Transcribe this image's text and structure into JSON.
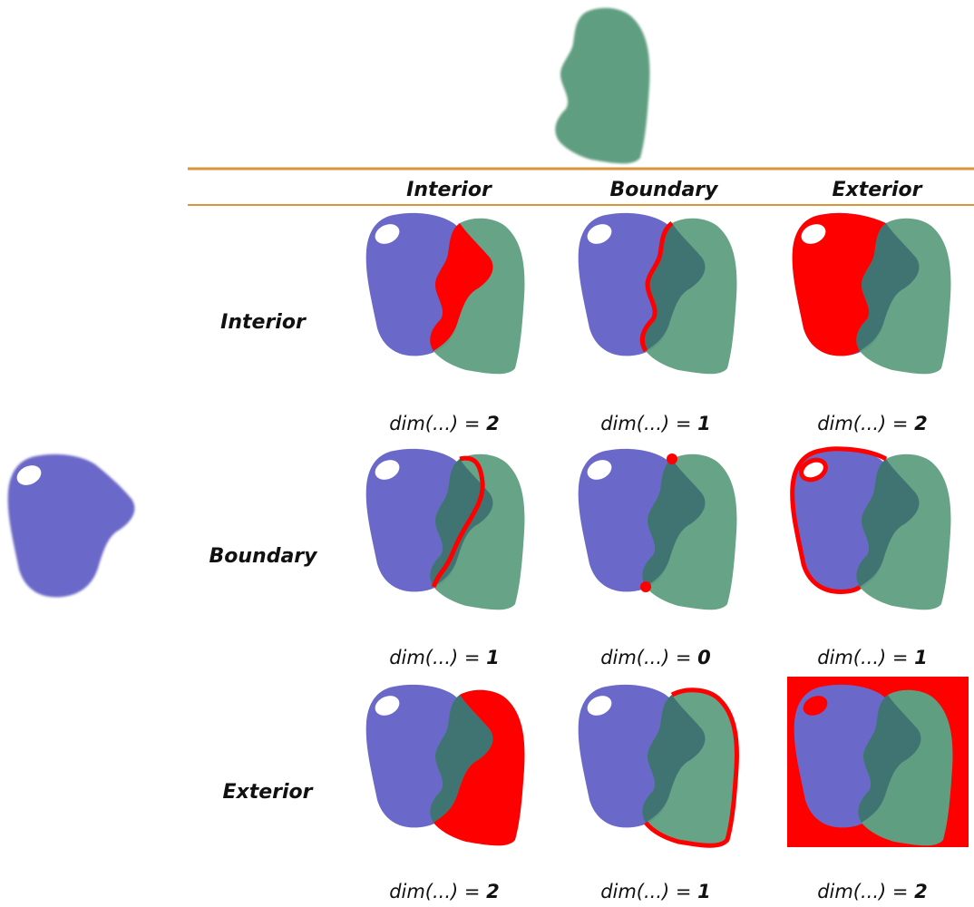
{
  "columns": [
    "Interior",
    "Boundary",
    "Exterior"
  ],
  "rows": [
    "Interior",
    "Boundary",
    "Exterior"
  ],
  "dim_prefix": "dim(...) = ",
  "cells": [
    [
      {
        "dim": "2"
      },
      {
        "dim": "1"
      },
      {
        "dim": "2"
      }
    ],
    [
      {
        "dim": "1"
      },
      {
        "dim": "0"
      },
      {
        "dim": "1"
      }
    ],
    [
      {
        "dim": "2"
      },
      {
        "dim": "1"
      },
      {
        "dim": "2"
      }
    ]
  ],
  "colors": {
    "shape_a": "#6a68c8",
    "shape_b": "#5f9e80",
    "overlap": "#3f7472",
    "highlight": "#ff0000",
    "rule": "#d9943c"
  }
}
